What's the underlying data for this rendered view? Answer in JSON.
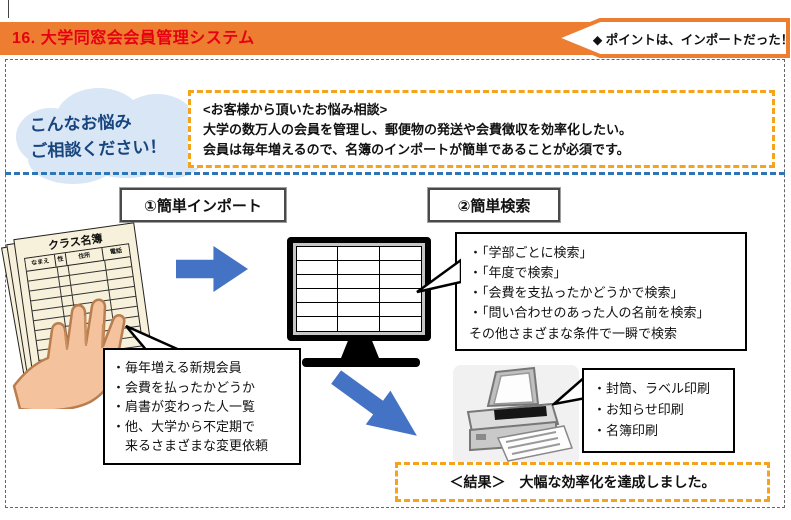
{
  "header": {
    "title": "16. 大学同窓会会員管理システム",
    "banner": "◆ ポイントは、インポートだった！"
  },
  "cloud": {
    "line1": "こんなお悩み",
    "line2": "ご相談ください！"
  },
  "consult_box": {
    "title": "<お客様から頂いたお悩み相談>",
    "line1": "大学の数万人の会員を管理し、郵便物の発送や会費徴収を効率化したい。",
    "line2": "会員は毎年増えるので、名簿のインポートが簡単であることが必須です。"
  },
  "steps": [
    "①簡単インポート",
    "②簡単検索"
  ],
  "roster": {
    "title": "クラス名簿",
    "columns": [
      "なまえ",
      "性",
      "住所",
      "電話"
    ]
  },
  "import_callout": {
    "items": [
      "・毎年増える新規会員",
      "・会費を払ったかどうか",
      "・肩書が変わった人一覧",
      "・他、大学から不定期で",
      "　来るさまざまな変更依頼"
    ]
  },
  "search_callout": {
    "items": [
      "・「学部ごとに検索」",
      "・「年度で検索」",
      "・「会費を支払ったかどうかで検索」",
      "・「問い合わせのあった人の名前を検索」",
      "その他さまざまな条件で一瞬で検索"
    ]
  },
  "print_callout": {
    "items": [
      "・封筒、ラベル印刷",
      "・お知らせ印刷",
      "・名簿印刷"
    ]
  },
  "result_box": {
    "text": "＜結果＞　大幅な効率化を達成しました。"
  },
  "colors": {
    "header_orange": "#ED7D31",
    "title_red": "#E60012",
    "dashed_orange": "#F5A31A",
    "separator_blue": "#2E75B6",
    "arrow_blue": "#4472C4",
    "cloud_fill": "#D9E6F5",
    "cloud_text": "#17457E"
  }
}
